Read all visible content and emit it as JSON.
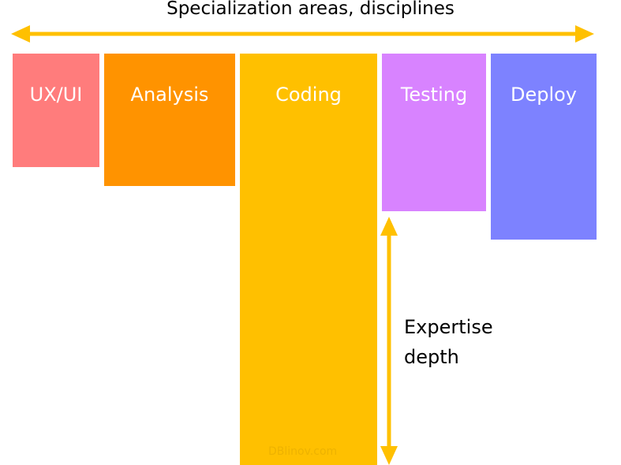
{
  "title": "Specialization areas, disciplines",
  "disciplines": [
    {
      "label": "UX/UI",
      "depth": 0.28,
      "color": "#ff7c7c"
    },
    {
      "label": "Analysis",
      "depth": 0.32,
      "color": "#ff9300"
    },
    {
      "label": "Coding",
      "depth": 1.0,
      "color": "#ffc000"
    },
    {
      "label": "Testing",
      "depth": 0.38,
      "color": "#d883ff"
    },
    {
      "label": "Deploy",
      "depth": 0.45,
      "color": "#7d82ff"
    }
  ],
  "depth_axis": {
    "line1": "Expertise",
    "line2": "depth"
  },
  "arrow_color": "#ffc000",
  "watermark": "DBlinov.com"
}
